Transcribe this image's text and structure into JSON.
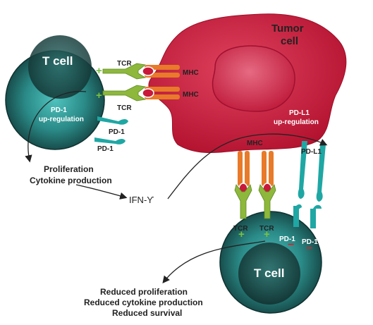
{
  "labels": {
    "tcell_top": "T cell",
    "tcell_bottom": "T cell",
    "tumor_line1": "Tumor",
    "tumor_line2": "cell",
    "tcr_upper": "TCR",
    "tcr_lower": "TCR",
    "tcr_bottom_left": "TCR",
    "tcr_bottom_right": "TCR",
    "mhc_upper": "MHC",
    "mhc_lower": "MHC",
    "mhc_bottom": "MHC",
    "pd1_upreg_line1": "PD-1",
    "pd1_upreg_line2": "up-regulation",
    "pd1_top_a": "PD-1",
    "pd1_top_b": "PD-1",
    "pdl1_upreg_line1": "PD-L1",
    "pdl1_upreg_line2": "up-regulation",
    "pdl1_bottom": "PD-L1",
    "pd1_bottom_a": "PD-1",
    "pd1_bottom_b": "PD-1",
    "ifn": "IFN-ϒ"
  },
  "outcomes_top": [
    "Proliferation",
    "Cytokine production"
  ],
  "outcomes_bottom": [
    "Reduced proliferation",
    "Reduced cytokine production",
    "Reduced survival"
  ],
  "signs": {
    "plus": "+",
    "minus": "−"
  },
  "colors": {
    "tumor": "#c8193b",
    "tcell_outer": "#2d7d7b",
    "tcell_inner": "#153f3f",
    "tcr": "#8db83c",
    "mhc": "#e87a2a",
    "pd1": "#1fa7a4",
    "plus": "#7ac142",
    "minus": "#d6232a"
  }
}
